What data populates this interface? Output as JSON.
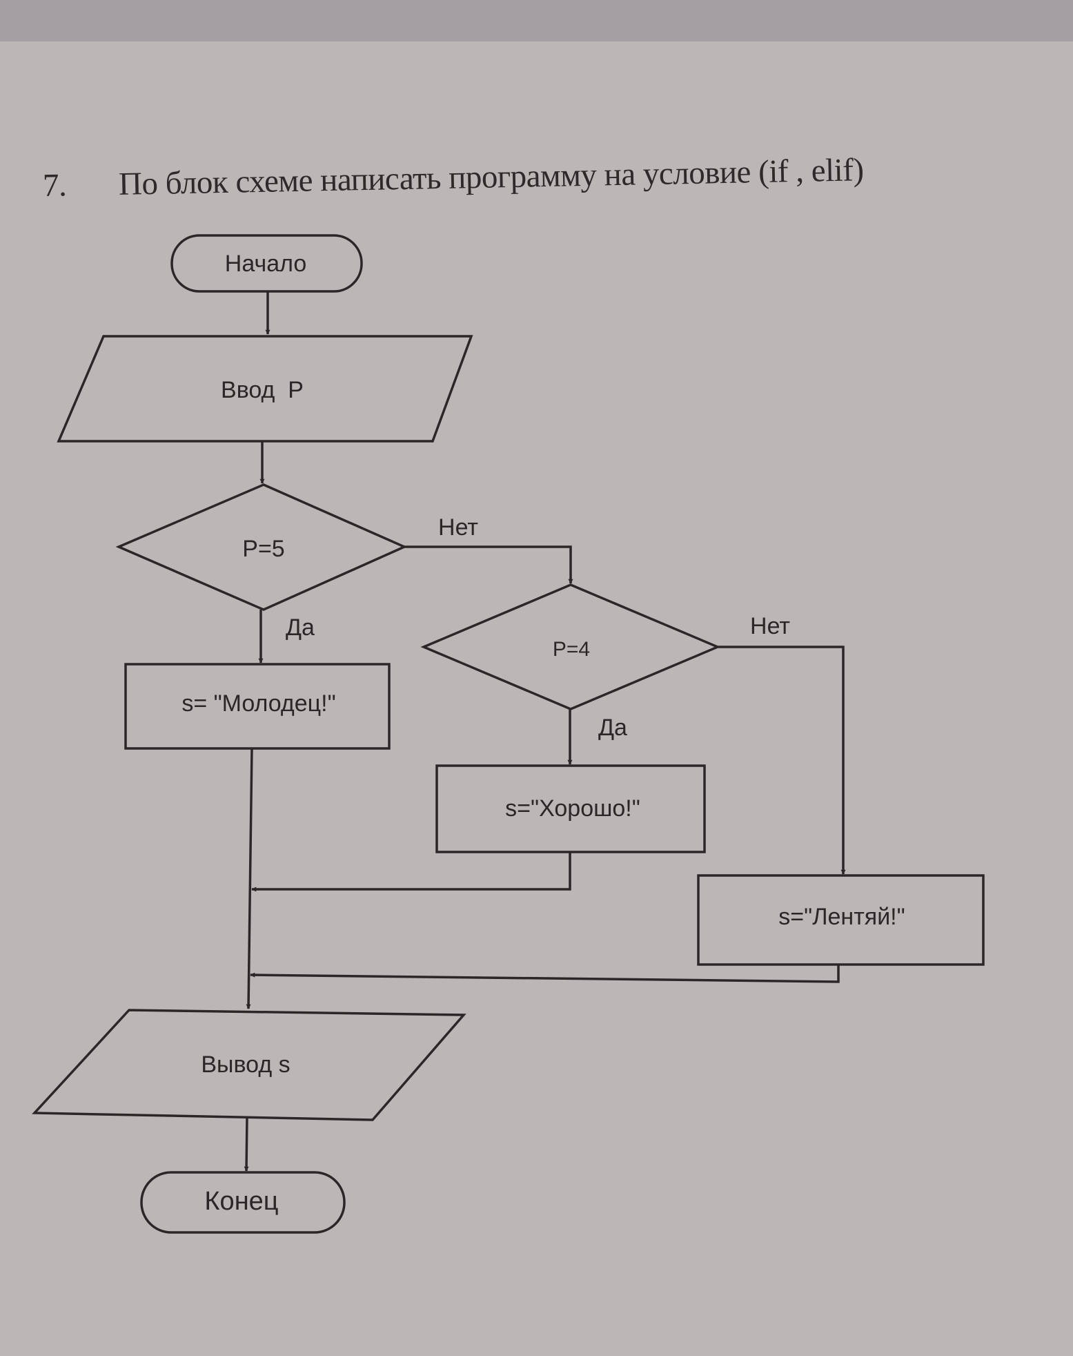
{
  "task": {
    "number": "7.",
    "text": "По блок схеме написать программу на условие (if , elif)"
  },
  "flowchart": {
    "start": "Начало",
    "input": "Ввод  P",
    "decision1": {
      "condition": "P=5",
      "yes": "Да",
      "no": "Нет"
    },
    "decision2": {
      "condition": "P=4",
      "yes": "Да",
      "no": "Нет"
    },
    "assign1": "s= \"Молодец!\"",
    "assign2": "s=\"Хорошо!\"",
    "assign3": "s=\"Лентяй!\"",
    "output": "Вывод s",
    "end": "Конец"
  },
  "colors": {
    "paper": "#bdb6b7",
    "ink": "#2b2728"
  }
}
